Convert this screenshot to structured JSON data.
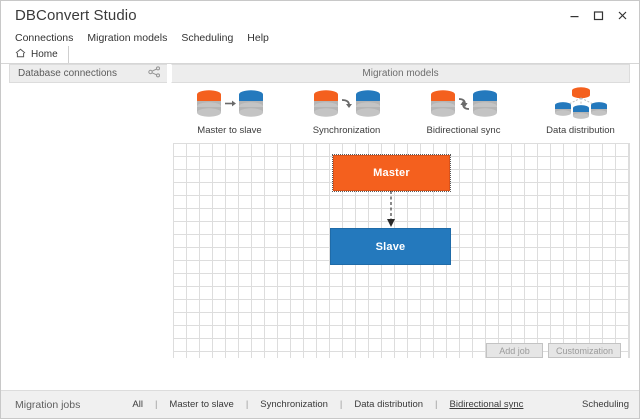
{
  "window": {
    "title": "DBConvert Studio",
    "controls": [
      {
        "name": "minimize-button",
        "glyph": "minimize"
      },
      {
        "name": "maximize-button",
        "glyph": "maximize"
      },
      {
        "name": "close-button",
        "glyph": "close"
      }
    ]
  },
  "menubar": {
    "items": [
      {
        "label": "Connections"
      },
      {
        "label": "Migration models"
      },
      {
        "label": "Scheduling"
      },
      {
        "label": "Help"
      }
    ]
  },
  "tabs": [
    {
      "label": "Home",
      "icon": "home-icon",
      "active": true
    }
  ],
  "panels": {
    "db_connections": {
      "title": "Database connections",
      "icon": "share-nodes-icon"
    },
    "migration_models": {
      "title": "Migration models"
    }
  },
  "models": [
    {
      "id": "master-to-slave",
      "label": "Master to slave",
      "art": "two-db-straight-arrow"
    },
    {
      "id": "synchronization",
      "label": "Synchronization",
      "art": "two-db-curved-arrow"
    },
    {
      "id": "bidirectional-sync",
      "label": "Bidirectional sync",
      "art": "two-db-double-curved-arrow"
    },
    {
      "id": "data-distribution",
      "label": "Data distribution",
      "art": "one-db-to-three-db"
    }
  ],
  "diagram": {
    "nodes": [
      {
        "id": "master",
        "label": "Master",
        "color": "#f4601e",
        "selected": true
      },
      {
        "id": "slave",
        "label": "Slave",
        "color": "#2479bd",
        "selected": false
      }
    ],
    "edge": {
      "from": "master",
      "to": "slave",
      "style": "dashed-arrow"
    }
  },
  "canvas_actions": [
    {
      "id": "add-job",
      "label": "Add job",
      "disabled": true
    },
    {
      "id": "customization",
      "label": "Customization",
      "disabled": true
    }
  ],
  "statusbar": {
    "title": "Migration jobs",
    "filters": [
      {
        "label": "All",
        "active": false
      },
      {
        "label": "Master to slave",
        "active": false
      },
      {
        "label": "Synchronization",
        "active": false
      },
      {
        "label": "Data distribution",
        "active": false
      },
      {
        "label": "Bidirectional sync",
        "active": true
      }
    ],
    "separator": "|",
    "right_action": "Scheduling"
  },
  "colors": {
    "orange": "#f4601e",
    "blue": "#2479bd",
    "db_grey": "#a8a8a8",
    "panel_grey": "#ededed",
    "status_grey": "#f0f0f0"
  }
}
